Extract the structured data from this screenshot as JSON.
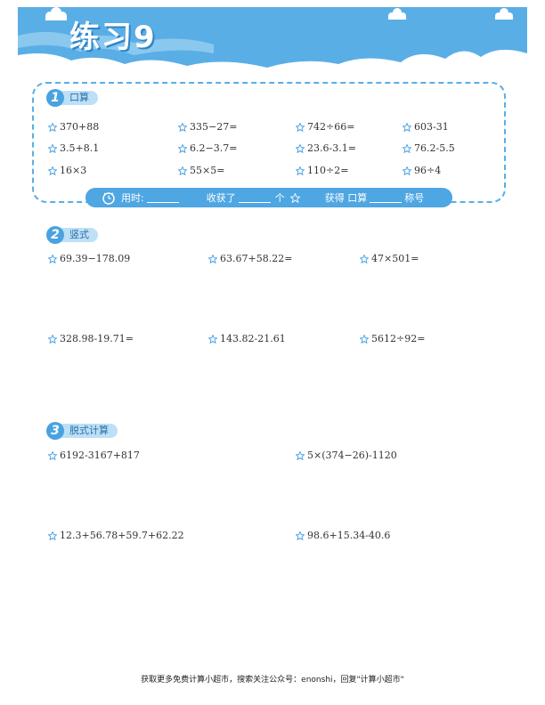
{
  "header": {
    "title": "练习9"
  },
  "section1": {
    "number": "1",
    "label": "口算",
    "rows": [
      [
        "370+88",
        "335−27=",
        "742÷66=",
        "603-31"
      ],
      [
        "3.5+8.1",
        "6.2−3.7=",
        "23.6-3.1=",
        "76.2-5.5"
      ],
      [
        "16×3",
        "55×5=",
        "110÷2=",
        "96÷4"
      ]
    ]
  },
  "status_bar": {
    "time_label": "用时:",
    "got_label": "收获了",
    "unit": "个",
    "earn_label": "获得 口算",
    "title_label": "称号"
  },
  "section2": {
    "number": "2",
    "label": "竖式",
    "rows": [
      [
        "69.39−178.09",
        "63.67+58.22=",
        "47×501="
      ],
      [
        "328.98-19.71=",
        "143.82-21.61",
        "5612÷92="
      ]
    ]
  },
  "section3": {
    "number": "3",
    "label": "脱式计算",
    "rows": [
      [
        "6192-3167+817",
        "5×(374−26)-1120"
      ],
      [
        "12.3+56.78+59.7+62.22",
        "98.6+15.34-40.6"
      ]
    ]
  },
  "footer": {
    "text": "获取更多免费计算小超市，搜索关注公众号：enonshi，回复\"计算小超市\""
  },
  "colors": {
    "accent": "#4aa2e0",
    "light": "#bde0f6",
    "star": "#4aa2e0"
  },
  "icons": {
    "star": "star-icon",
    "clock": "clock-icon"
  }
}
